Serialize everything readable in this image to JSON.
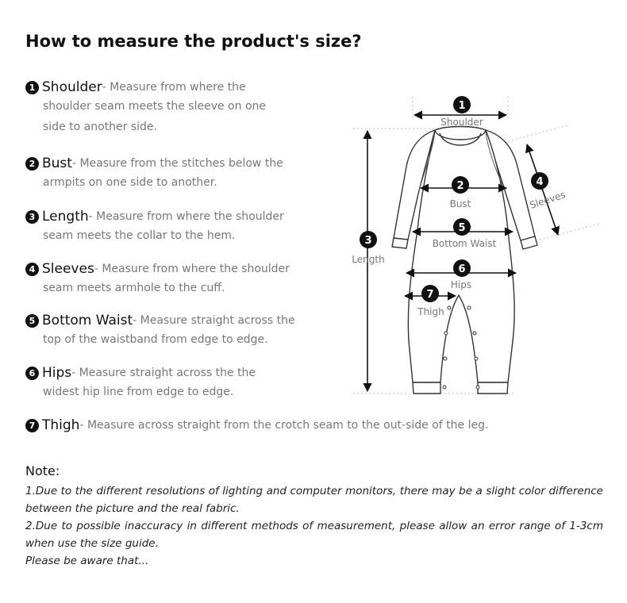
{
  "title": "How to measure the product's size?",
  "items": [
    {
      "num": "1",
      "label": "Shoulder",
      "first": "- Measure from where the",
      "rest": [
        "shoulder seam meets the sleeve on one",
        "side to another side."
      ]
    },
    {
      "num": "2",
      "label": "Bust",
      "first": "- Measure from the stitches below the",
      "rest": [
        "armpits on one side to another."
      ]
    },
    {
      "num": "3",
      "label": "Length",
      "first": "- Measure from where the shoulder",
      "rest": [
        "seam meets the collar to the hem."
      ]
    },
    {
      "num": "4",
      "label": "Sleeves",
      "first": "- Measure from where the shoulder",
      "rest": [
        "seam meets armhole to the cuff."
      ]
    },
    {
      "num": "5",
      "label": "Bottom Waist",
      "first": "- Measure straight across the",
      "rest": [
        "top of the waistband from edge to edge."
      ]
    },
    {
      "num": "6",
      "label": "Hips",
      "first": "- Measure straight across the the",
      "rest": [
        "widest hip line from edge to edge."
      ]
    },
    {
      "num": "7",
      "label": "Thigh",
      "first": "- Measure across straight from the crotch seam to the out-side of the leg.",
      "rest": []
    }
  ],
  "diagram": {
    "labels": {
      "shoulder": "Shoulder",
      "bust": "Bust",
      "bottom_waist": "Bottom Waist",
      "hips": "Hips",
      "thigh": "Thigh",
      "length": "Length",
      "sleeves": "Sleeves"
    },
    "numbers": {
      "shoulder": "1",
      "bust": "2",
      "length": "3",
      "sleeves": "4",
      "bottom_waist": "5",
      "hips": "6",
      "thigh": "7"
    }
  },
  "note": {
    "title": "Note:",
    "line1": "1.Due to the different resolutions of lighting and computer monitors, there may be a slight color difference between the picture and the real fabric.",
    "line2": "2.Due to possible inaccuracy in different methods of measurement, please allow an error range of 1-3cm when use the size guide.",
    "line3": "Please be aware that..."
  }
}
